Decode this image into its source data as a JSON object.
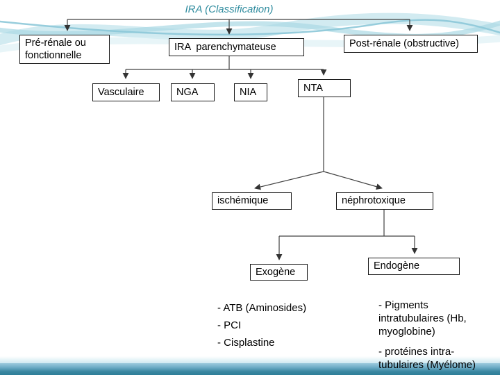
{
  "title": "IRA (Classification)",
  "colors": {
    "title_text": "#2E8B9E",
    "connector_line": "#404040",
    "box_border": "#1a1a1a",
    "wave_light": "#C7E6EE",
    "footer_teal": "#2E7E98"
  },
  "nodes": {
    "pre_renale": "Pré-rénale ou fonctionnelle",
    "parenchymateuse": "IRA  parenchymateuse",
    "post_renale": "Post-rénale (obstructive)",
    "vasculaire": "Vasculaire",
    "nga": "NGA",
    "nia": "NIA",
    "nta": "NTA",
    "ischemique": "ischémique",
    "nephrotoxique": "néphrotoxique",
    "exogene": "Exogène",
    "endogene": "Endogène"
  },
  "lists": {
    "exogene_items": [
      "- ATB (Aminosides)",
      "- PCI",
      "- Cisplastine"
    ],
    "endogene_items": [
      "- Pigments intratubulaires (Hb, myoglobine)",
      "- protéines intra-tubulaires (Myélome)"
    ]
  }
}
